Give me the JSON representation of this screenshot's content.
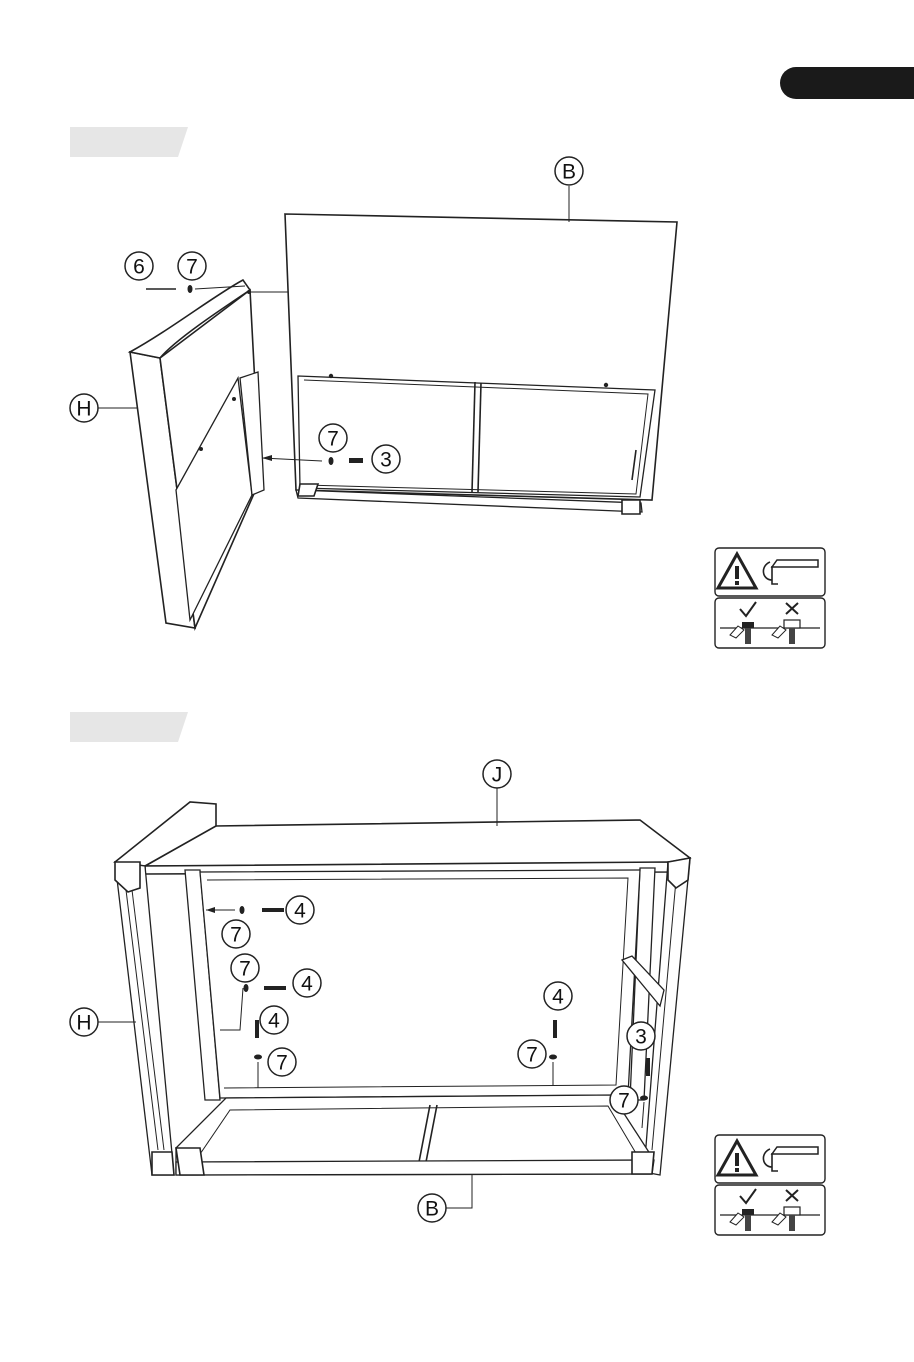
{
  "step1": {
    "callouts": {
      "B": "B",
      "H": "H",
      "screw_6": "6",
      "washer_7_top": "7",
      "washer_7_bottom": "7",
      "screw_3": "3"
    }
  },
  "step2": {
    "callouts": {
      "J": "J",
      "H": "H",
      "B": "B",
      "screw_4_a": "4",
      "washer_7_a": "7",
      "washer_7_b": "7",
      "screw_4_b": "4",
      "screw_4_c": "4",
      "washer_7_c": "7",
      "screw_4_d": "4",
      "washer_7_d": "7",
      "screw_3": "3",
      "washer_7_e": "7"
    }
  },
  "icons": {
    "warning": "warning-triangle-icon",
    "allen_key": "allen-key-icon",
    "correct": "check-icon",
    "incorrect": "cross-icon"
  },
  "colors": {
    "ink": "#222222",
    "step_tab": "#e6e6e6",
    "page_tab": "#1a1a1a"
  }
}
